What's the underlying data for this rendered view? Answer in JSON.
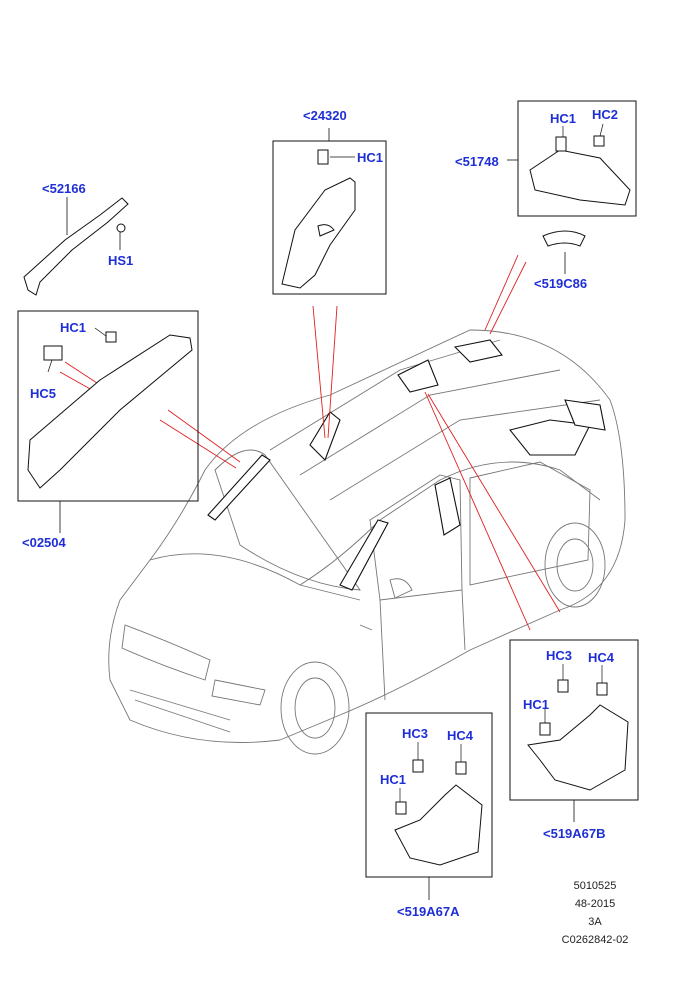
{
  "callouts": {
    "c24320": "<24320",
    "c52166": "<52166",
    "c51748": "<51748",
    "c519C86": "<519C86",
    "c02504": "<02504",
    "c519A67A": "<519A67A",
    "c519A67B": "<519A67B"
  },
  "parts": {
    "hs1": "HS1",
    "hc1": "HC1",
    "hc2": "HC2",
    "hc3": "HC3",
    "hc4": "HC4",
    "hc5": "HC5"
  },
  "reference": {
    "line1": "5010525",
    "line2": "48-2015",
    "line3": "3A",
    "line4": "C0262842-02"
  },
  "colors": {
    "label": "#1f2fd6",
    "leader": "#e02020",
    "ink": "#222222",
    "fill": "#d9d9d9"
  }
}
